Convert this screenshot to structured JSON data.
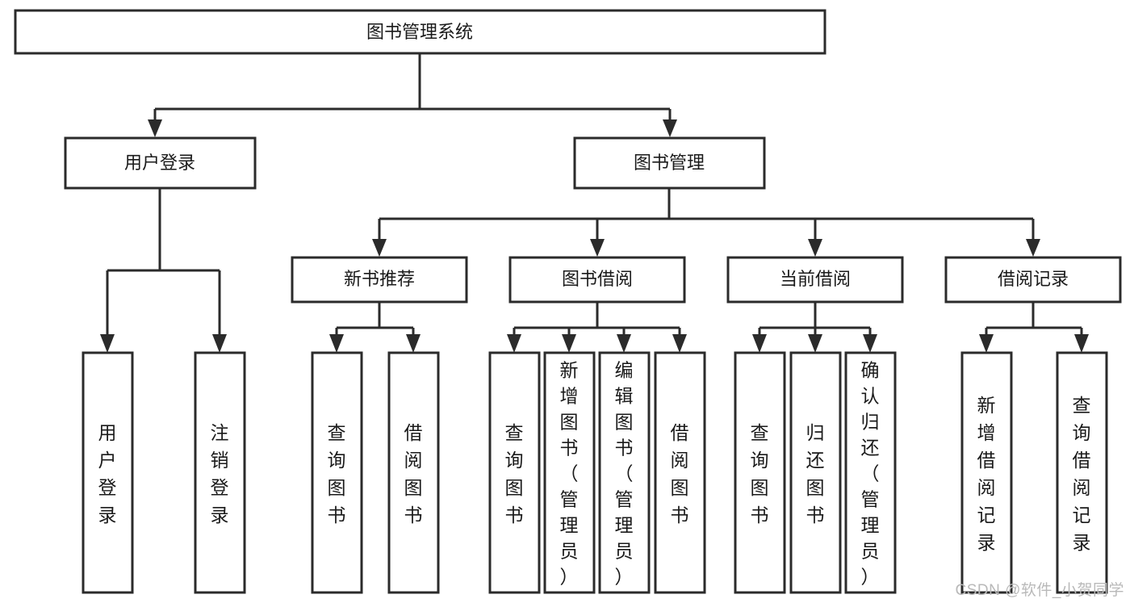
{
  "diagram": {
    "type": "tree",
    "title": "图书管理系统",
    "root": {
      "label": "图书管理系统"
    },
    "level2": [
      {
        "label": "用户登录"
      },
      {
        "label": "图书管理"
      }
    ],
    "level3": [
      {
        "label": "新书推荐"
      },
      {
        "label": "图书借阅"
      },
      {
        "label": "当前借阅"
      },
      {
        "label": "借阅记录"
      }
    ],
    "leaves": {
      "user_login": [
        {
          "label": "用户登录"
        },
        {
          "label": "注销登录"
        }
      ],
      "new_book_recommend": [
        {
          "label": "查询图书"
        },
        {
          "label": "借阅图书"
        }
      ],
      "book_borrow": [
        {
          "label": "查询图书"
        },
        {
          "label": "新增图书（管理员）"
        },
        {
          "label": "编辑图书（管理员）"
        },
        {
          "label": "借阅图书"
        }
      ],
      "current_borrow": [
        {
          "label": "查询图书"
        },
        {
          "label": "归还图书"
        },
        {
          "label": "确认归还（管理员）"
        }
      ],
      "borrow_record": [
        {
          "label": "新增借阅记录"
        },
        {
          "label": "查询借阅记录"
        }
      ]
    }
  },
  "watermark": {
    "text": "CSDN @软件_小贺同学"
  },
  "colors": {
    "stroke": "#2b2b2b",
    "box_fill": "#ffffff",
    "text": "#1a1a1a",
    "background": "#ffffff",
    "watermark": "#b9b9b9"
  }
}
